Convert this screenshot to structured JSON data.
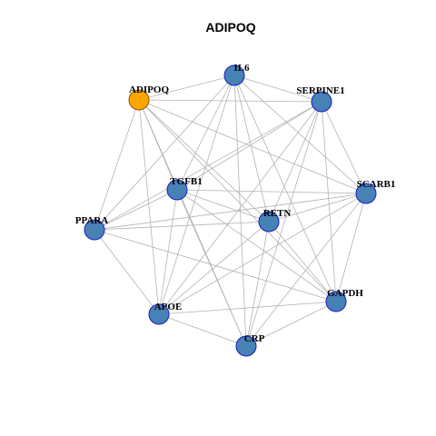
{
  "title": "ADIPOQ",
  "colors": {
    "background": "#ffffff",
    "edge": "#b3b3b3",
    "node_default_fill": "#4682b4",
    "node_default_stroke": "#1a1acd",
    "node_highlight_fill": "#ffa500",
    "node_highlight_stroke": "#8b5a00"
  },
  "nodes": [
    {
      "id": "IL6",
      "label": "IL6",
      "highlight": false
    },
    {
      "id": "SERPINE1",
      "label": "SERPINE1",
      "highlight": false
    },
    {
      "id": "SCARB1",
      "label": "SCARB1",
      "highlight": false
    },
    {
      "id": "GAPDH",
      "label": "GAPDH",
      "highlight": false
    },
    {
      "id": "CRP",
      "label": "CRP",
      "highlight": false
    },
    {
      "id": "APOE",
      "label": "APOE",
      "highlight": false
    },
    {
      "id": "PPARA",
      "label": "PPARA",
      "highlight": false
    },
    {
      "id": "ADIPOQ",
      "label": "ADIPOQ",
      "highlight": true
    },
    {
      "id": "TGFB1",
      "label": "TGFB1",
      "highlight": false
    },
    {
      "id": "RETN",
      "label": "RETN",
      "highlight": false
    }
  ],
  "edges": [
    [
      "ADIPOQ",
      "IL6"
    ],
    [
      "ADIPOQ",
      "SERPINE1"
    ],
    [
      "ADIPOQ",
      "SCARB1"
    ],
    [
      "ADIPOQ",
      "GAPDH"
    ],
    [
      "ADIPOQ",
      "CRP"
    ],
    [
      "ADIPOQ",
      "APOE"
    ],
    [
      "ADIPOQ",
      "PPARA"
    ],
    [
      "ADIPOQ",
      "TGFB1"
    ],
    [
      "ADIPOQ",
      "RETN"
    ],
    [
      "IL6",
      "SERPINE1"
    ],
    [
      "IL6",
      "SCARB1"
    ],
    [
      "IL6",
      "GAPDH"
    ],
    [
      "IL6",
      "CRP"
    ],
    [
      "IL6",
      "APOE"
    ],
    [
      "IL6",
      "PPARA"
    ],
    [
      "IL6",
      "TGFB1"
    ],
    [
      "IL6",
      "RETN"
    ],
    [
      "SERPINE1",
      "SCARB1"
    ],
    [
      "SERPINE1",
      "GAPDH"
    ],
    [
      "SERPINE1",
      "CRP"
    ],
    [
      "SERPINE1",
      "APOE"
    ],
    [
      "SERPINE1",
      "PPARA"
    ],
    [
      "SERPINE1",
      "TGFB1"
    ],
    [
      "SERPINE1",
      "RETN"
    ],
    [
      "SCARB1",
      "GAPDH"
    ],
    [
      "SCARB1",
      "CRP"
    ],
    [
      "SCARB1",
      "APOE"
    ],
    [
      "SCARB1",
      "PPARA"
    ],
    [
      "SCARB1",
      "TGFB1"
    ],
    [
      "SCARB1",
      "RETN"
    ],
    [
      "GAPDH",
      "CRP"
    ],
    [
      "GAPDH",
      "APOE"
    ],
    [
      "GAPDH",
      "PPARA"
    ],
    [
      "GAPDH",
      "TGFB1"
    ],
    [
      "GAPDH",
      "RETN"
    ],
    [
      "CRP",
      "APOE"
    ],
    [
      "CRP",
      "TGFB1"
    ],
    [
      "CRP",
      "RETN"
    ],
    [
      "APOE",
      "PPARA"
    ],
    [
      "APOE",
      "TGFB1"
    ],
    [
      "APOE",
      "RETN"
    ],
    [
      "PPARA",
      "TGFB1"
    ],
    [
      "PPARA",
      "RETN"
    ],
    [
      "TGFB1",
      "RETN"
    ]
  ]
}
